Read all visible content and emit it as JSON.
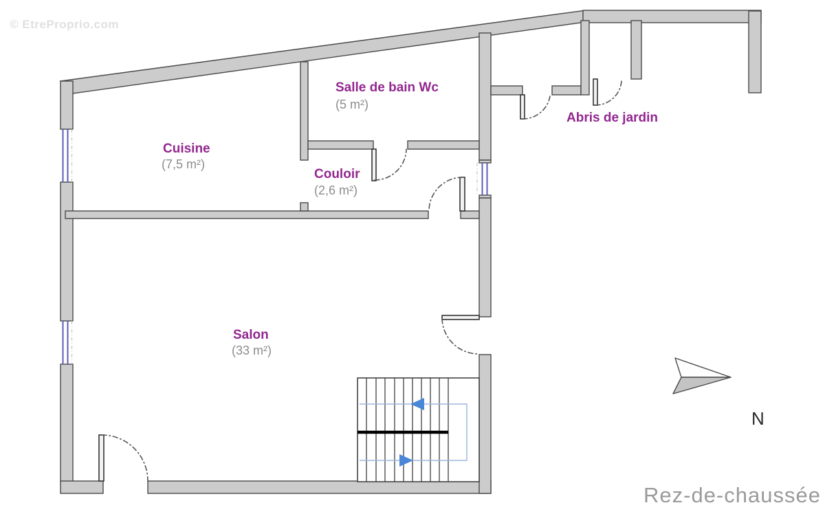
{
  "watermark": "© EtreProprio.com",
  "rooms": {
    "cuisine": {
      "name": "Cuisine",
      "area": "(7,5 m²)"
    },
    "bathroom": {
      "name": "Salle de bain Wc",
      "area": "(5 m²)"
    },
    "couloir": {
      "name": "Couloir",
      "area": "(2,6 m²)"
    },
    "salon": {
      "name": "Salon",
      "area": "(33 m²)"
    },
    "garden_shed": {
      "name": "Abris de jardin"
    }
  },
  "floor_label": "Rez-de-chaussée",
  "compass": {
    "label": "N"
  },
  "colors": {
    "wall-fill": "#cccccc",
    "wall-stroke": "#4a4a4a",
    "room-label": "#92278f",
    "area-label": "#8c8c8c",
    "window-blue": "#5c5cb8",
    "stair-path": "#9db8de",
    "arrow-blue": "#4a86d8",
    "floor-label": "#9a9a9a",
    "watermark": "#e0e0e0"
  }
}
